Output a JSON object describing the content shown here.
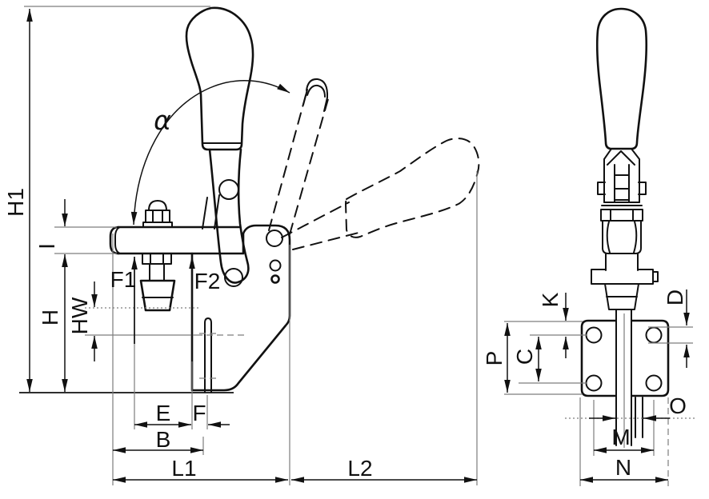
{
  "drawing": {
    "type": "technical-drawing",
    "subject": "vertical toggle clamp - side view with open positions and front view with mounting base",
    "colors": {
      "line": "#111111",
      "extension": "#7d7d7d",
      "background": "#ffffff"
    },
    "side_view": {
      "labels": {
        "total_height": "H1",
        "opening_angle": "α",
        "arm_thickness": "I",
        "arm_height": "H",
        "spindle_adjust": "HW",
        "force_point_1": "F1",
        "force_point_2": "F2",
        "spindle_distance": "E",
        "slot_distance": "F",
        "base_depth": "B",
        "length_closed": "L1",
        "length_open": "L2"
      }
    },
    "front_view": {
      "labels": {
        "edge_to_hole": "K",
        "hole_diameter": "D",
        "plate_height": "P",
        "hole_pitch_vertical": "C",
        "bar_width": "O",
        "hole_pitch_horizontal": "M",
        "plate_width": "N"
      }
    }
  }
}
